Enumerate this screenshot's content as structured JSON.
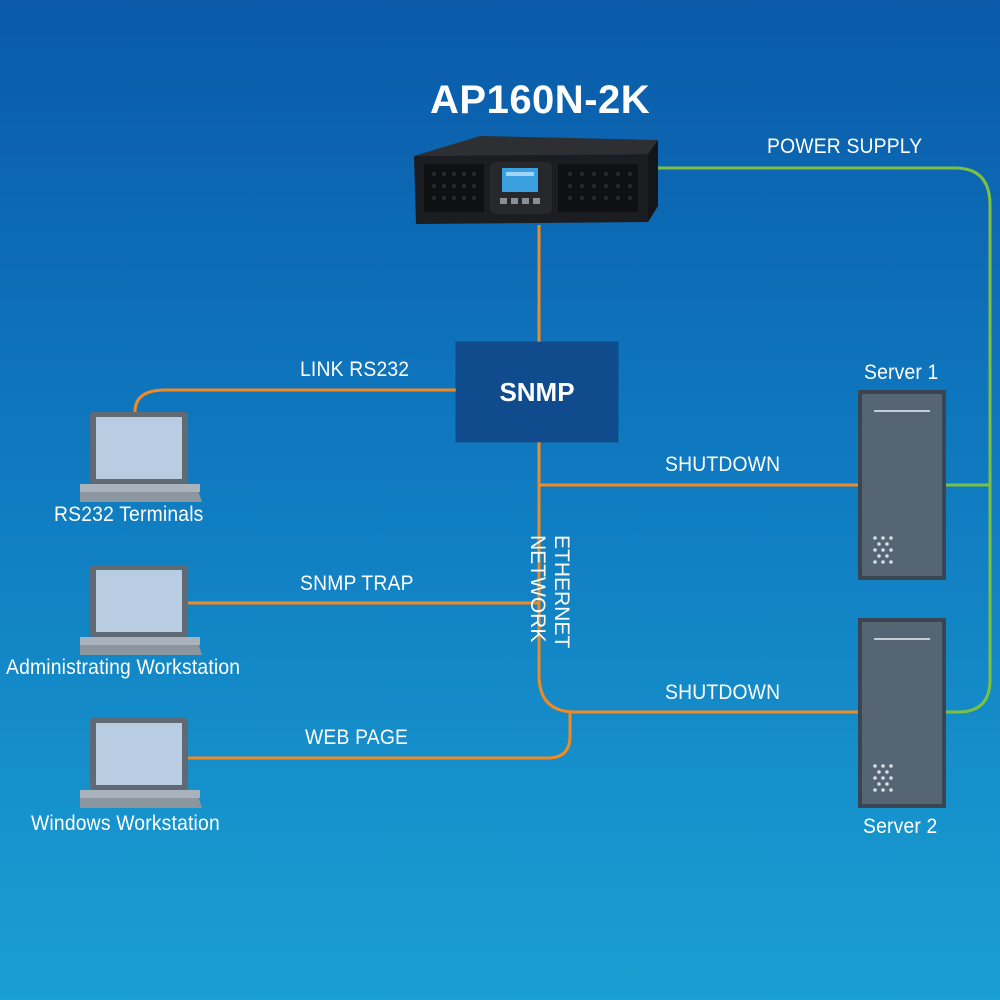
{
  "title": "AP160N-2K",
  "snmp": {
    "label": "SNMP"
  },
  "connections": {
    "power_supply": "POWER SUPPLY",
    "link_rs232": "LINK RS232",
    "snmp_trap": "SNMP TRAP",
    "web_page": "WEB PAGE",
    "shutdown_1": "SHUTDOWN",
    "shutdown_2": "SHUTDOWN",
    "ethernet_line1": "ETHERNET",
    "ethernet_line2": "NETWORK"
  },
  "workstations": [
    {
      "label": "RS232 Terminals"
    },
    {
      "label": "Administrating Workstation"
    },
    {
      "label": "Windows Workstation"
    }
  ],
  "servers": [
    {
      "label": "Server 1"
    },
    {
      "label": "Server 2"
    }
  ],
  "colors": {
    "data_line": "#f08a24",
    "power_line": "#7bc043",
    "snmp_box": "#0f4b8d",
    "ups_body": "#1c1d20",
    "server_body": "#566573",
    "laptop_screen": "#b9cde2"
  }
}
